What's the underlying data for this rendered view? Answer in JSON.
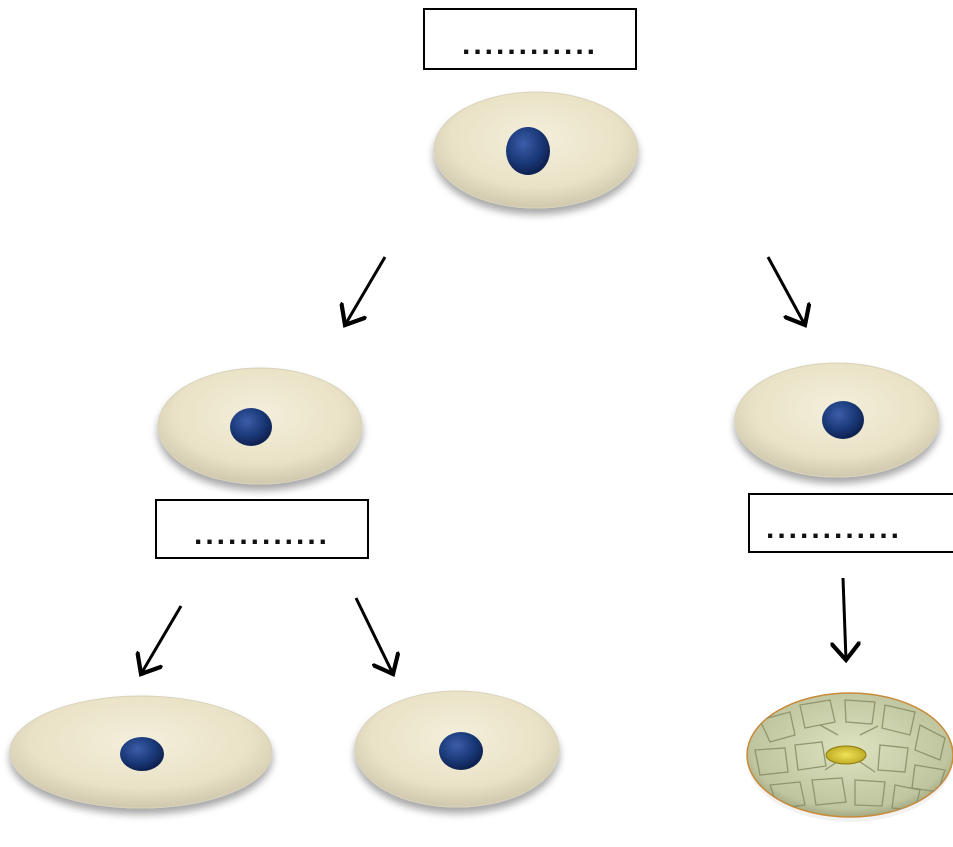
{
  "diagram": {
    "labels": {
      "top": "............",
      "middle_left": "............",
      "middle_right": "............"
    },
    "cells": [
      {
        "name": "parent-cell",
        "type": "cell"
      },
      {
        "name": "left-daughter-cell",
        "type": "cell"
      },
      {
        "name": "right-daughter-cell",
        "type": "cell"
      },
      {
        "name": "granddaughter-cell-1",
        "type": "cell"
      },
      {
        "name": "granddaughter-cell-2",
        "type": "cell"
      },
      {
        "name": "specialized-cell",
        "type": "textured-cell"
      }
    ],
    "colors": {
      "cytoplasm": "#ECE6D0",
      "nucleus": "#1B3A7A",
      "arrow": "#000000",
      "specialized": "#C9CFA8",
      "specialized_center": "#D4C43A"
    }
  }
}
